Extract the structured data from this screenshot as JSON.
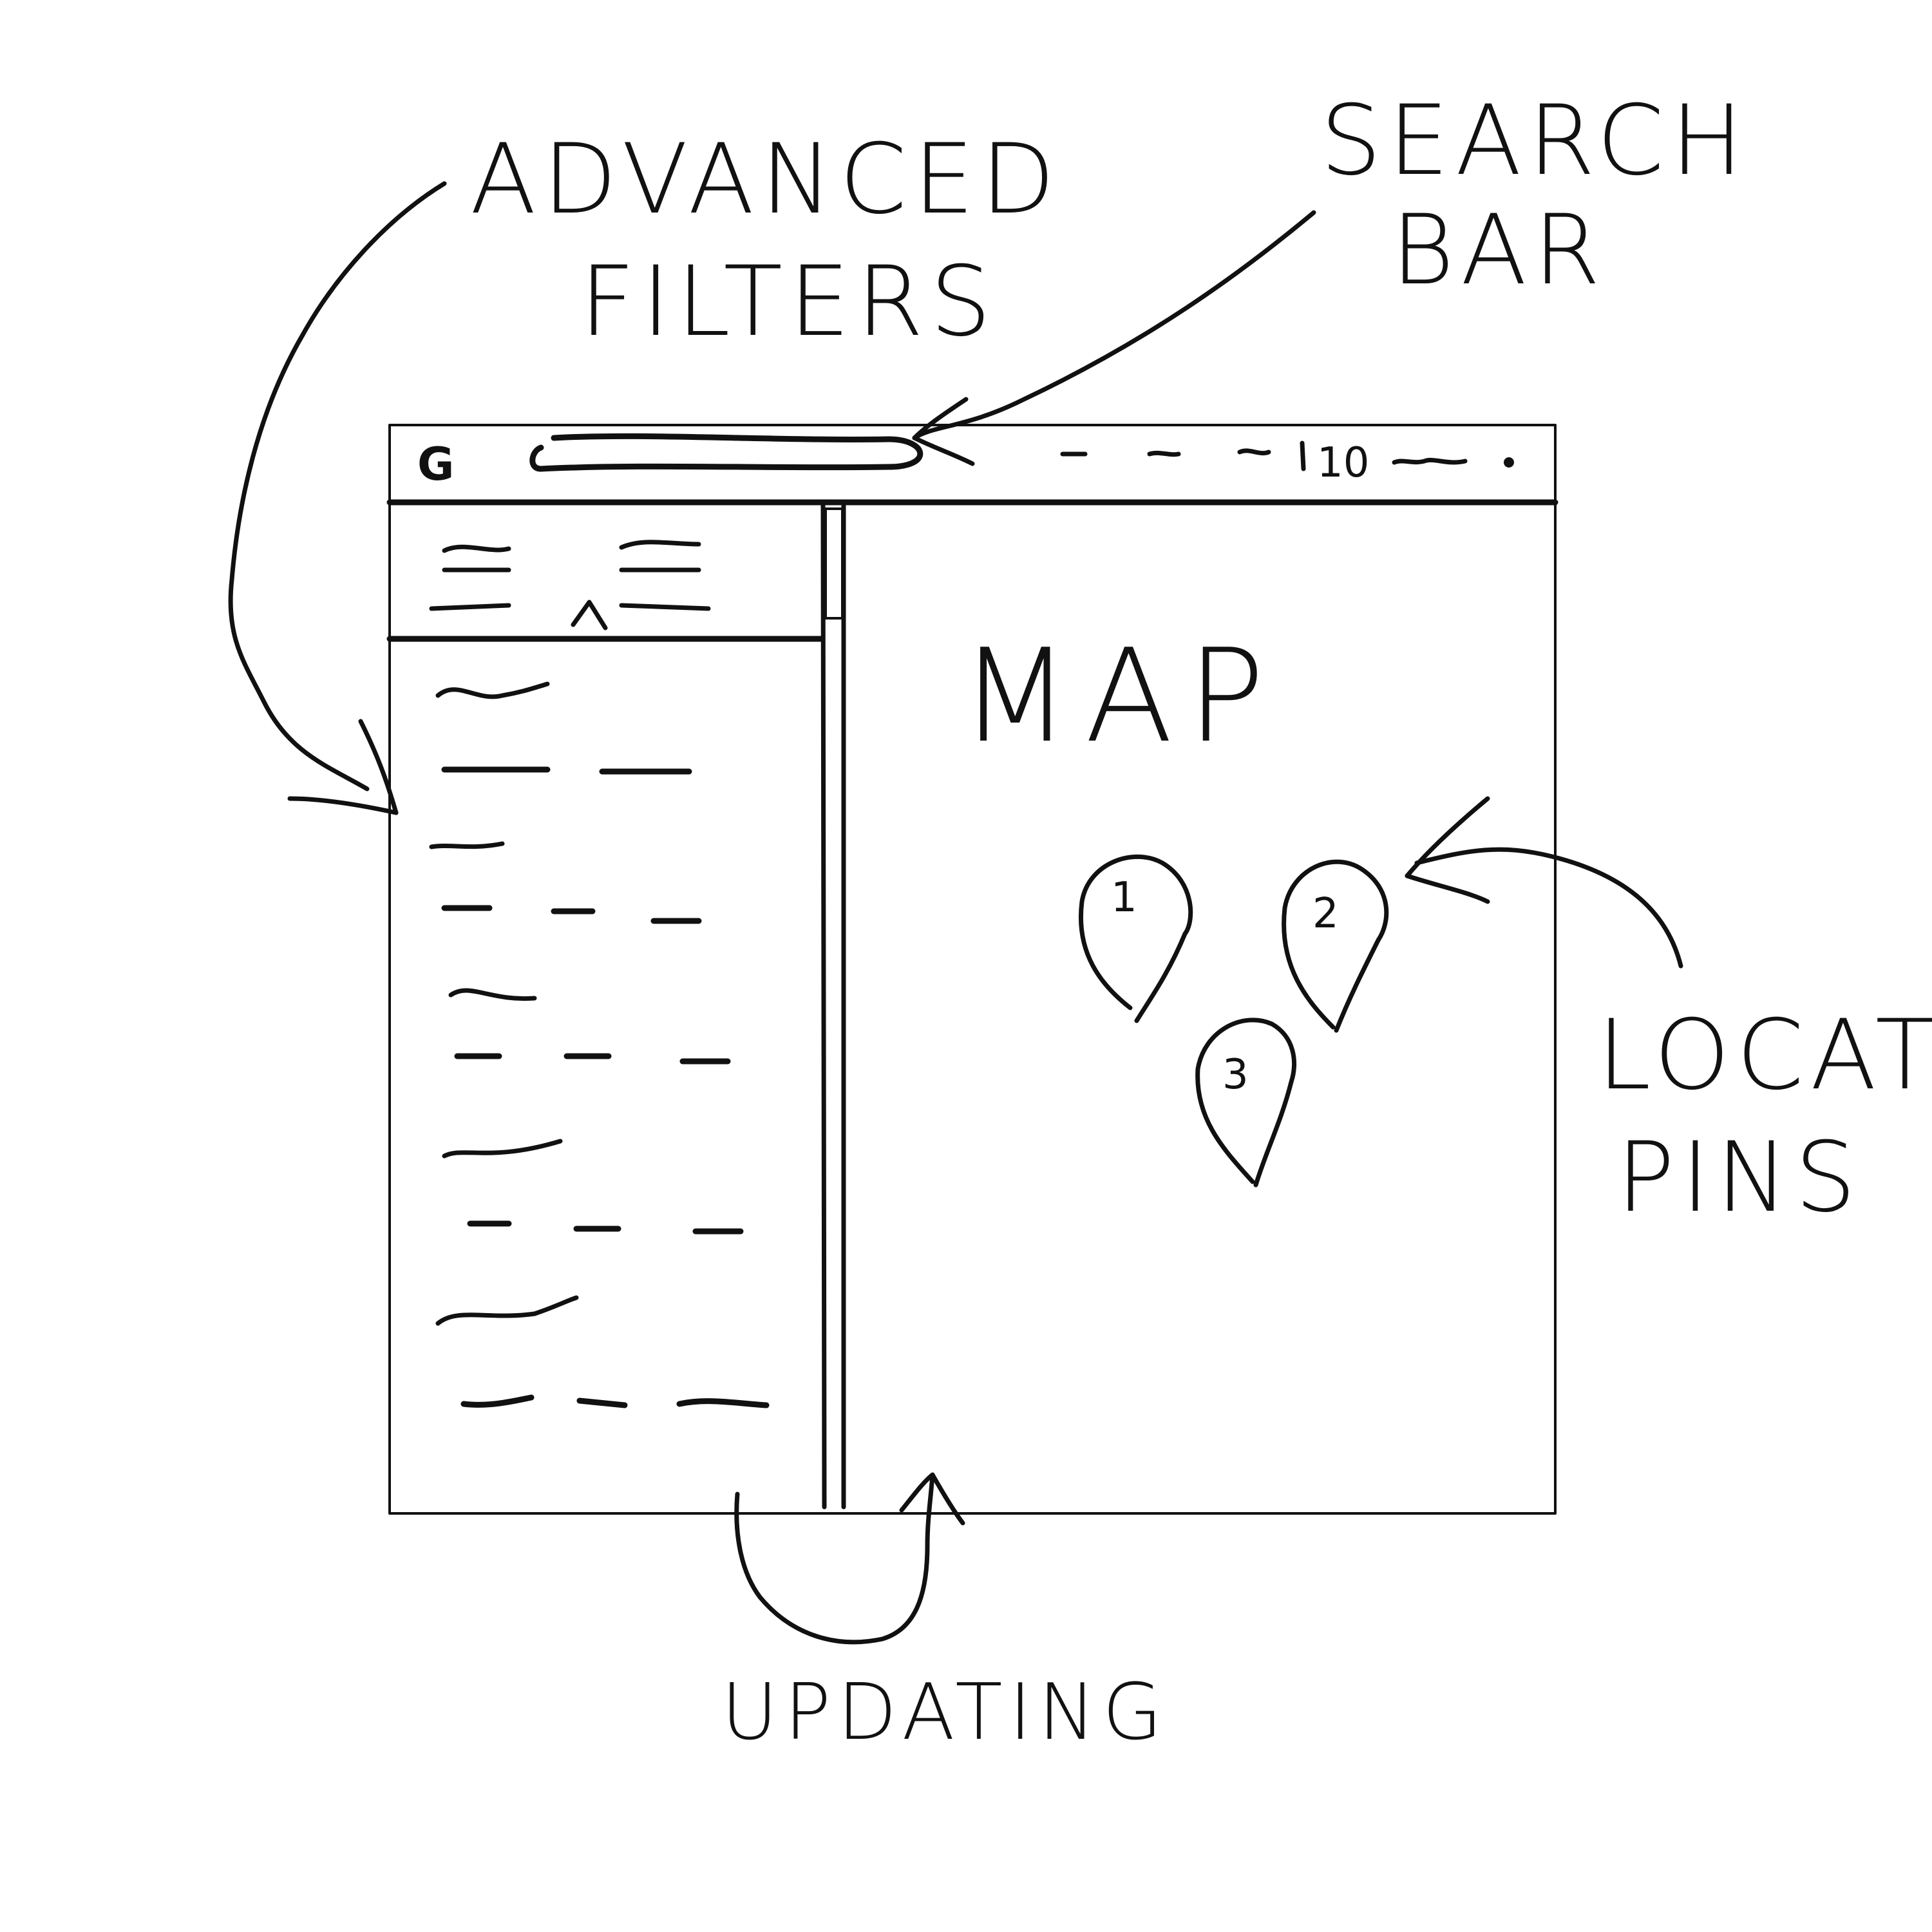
{
  "annotations": {
    "advanced_filters": [
      "ADVANCED",
      "FILTERS"
    ],
    "search_bar": [
      "SEARCH",
      "BAR"
    ],
    "location_pins": [
      "LOCATION",
      "PINS"
    ],
    "updating": "UPDATING"
  },
  "header": {
    "logo": "G",
    "zoom": "10"
  },
  "map": {
    "label": "MAP",
    "pins": [
      {
        "label": "1"
      },
      {
        "label": "2"
      },
      {
        "label": "3"
      }
    ]
  },
  "colors": {
    "ink": "#111111",
    "paper": "#ffffff"
  }
}
